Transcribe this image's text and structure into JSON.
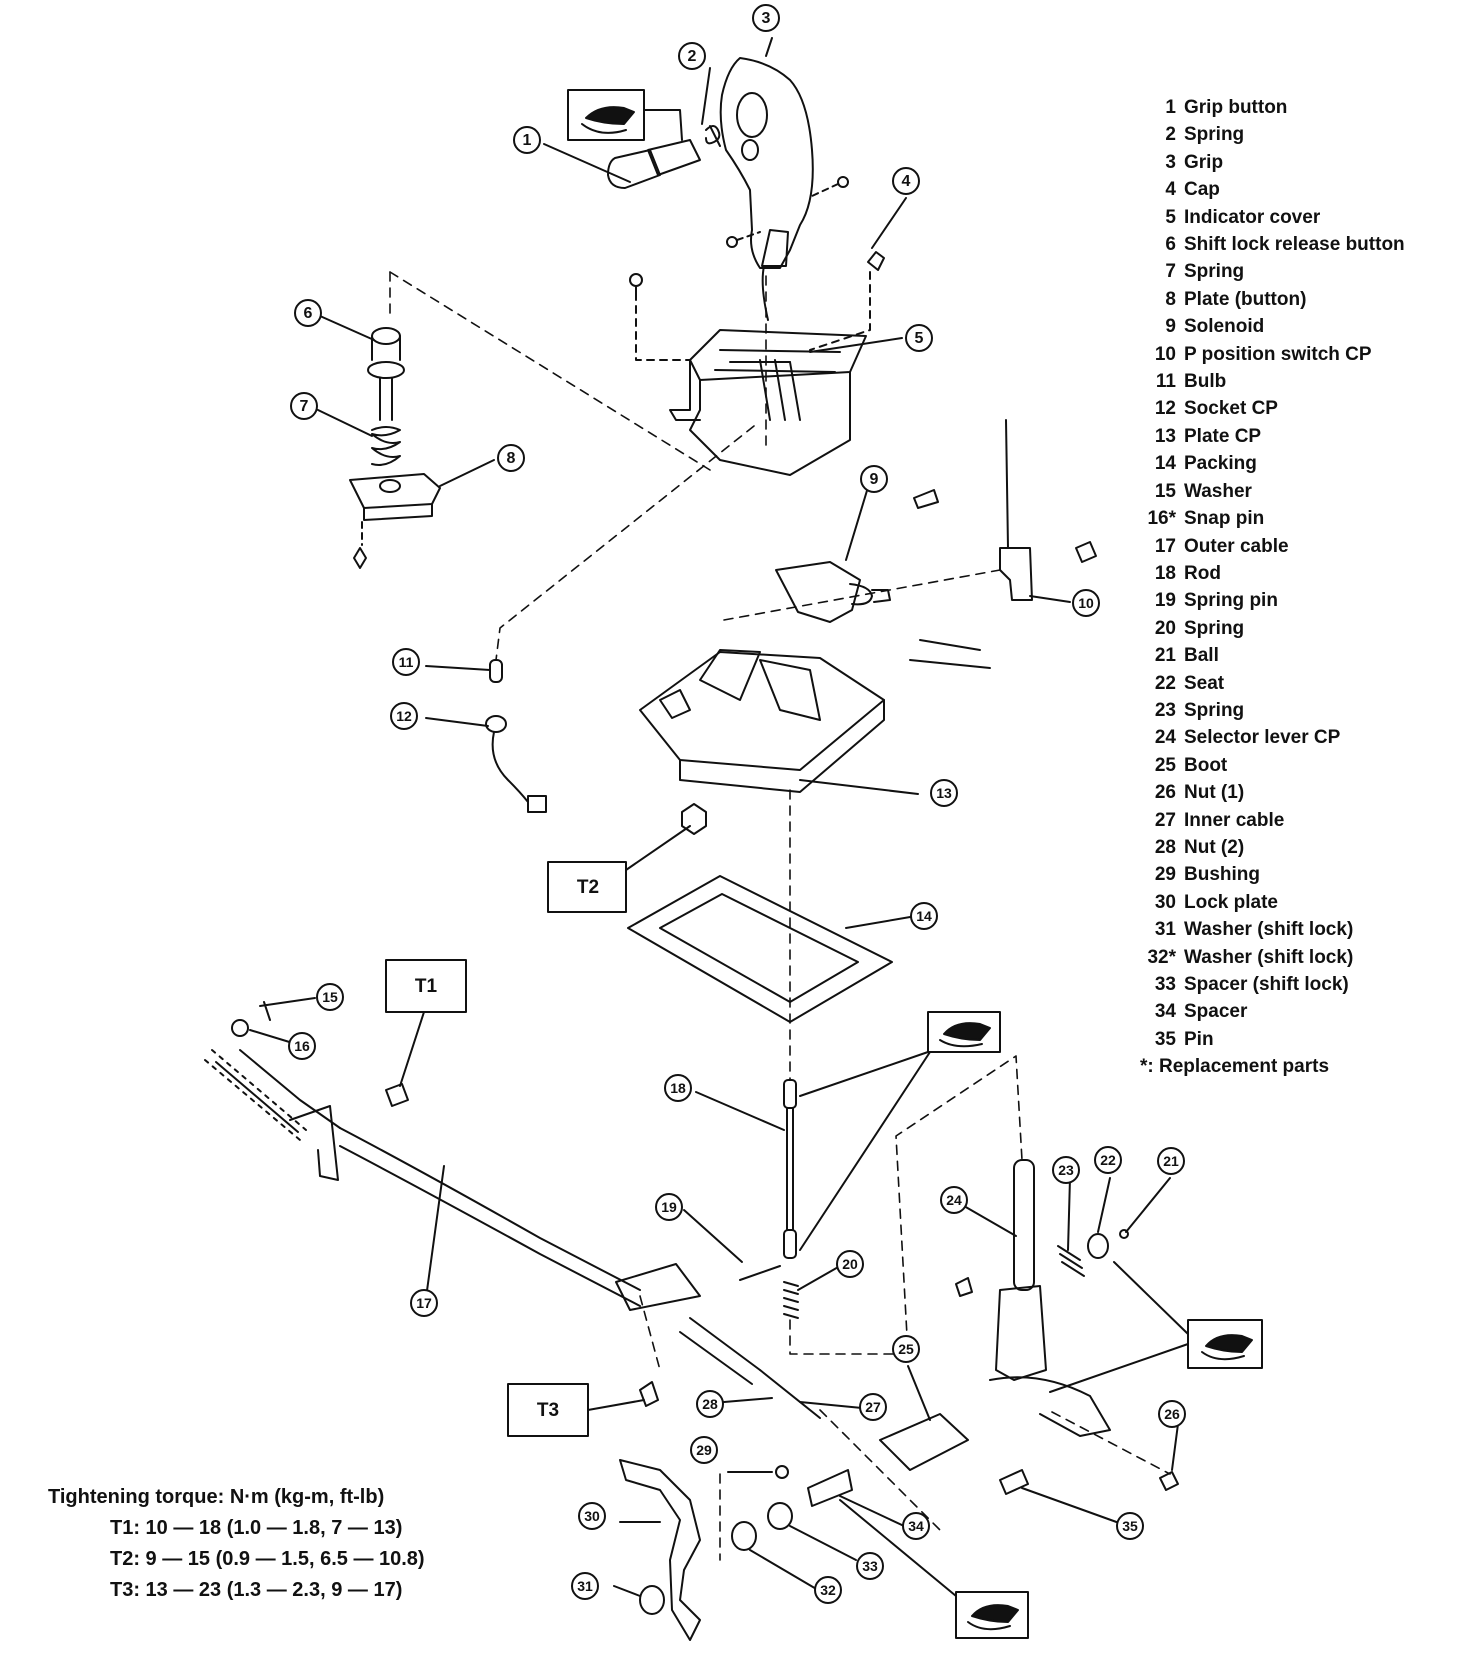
{
  "parts": [
    {
      "num": "1",
      "name": "Grip button"
    },
    {
      "num": "2",
      "name": "Spring"
    },
    {
      "num": "3",
      "name": "Grip"
    },
    {
      "num": "4",
      "name": "Cap"
    },
    {
      "num": "5",
      "name": "Indicator cover"
    },
    {
      "num": "6",
      "name": "Shift lock release button"
    },
    {
      "num": "7",
      "name": "Spring"
    },
    {
      "num": "8",
      "name": "Plate (button)"
    },
    {
      "num": "9",
      "name": "Solenoid"
    },
    {
      "num": "10",
      "name": "P position switch CP"
    },
    {
      "num": "11",
      "name": "Bulb"
    },
    {
      "num": "12",
      "name": "Socket CP"
    },
    {
      "num": "13",
      "name": "Plate CP"
    },
    {
      "num": "14",
      "name": "Packing"
    },
    {
      "num": "15",
      "name": "Washer"
    },
    {
      "num": "16*",
      "name": "Snap pin"
    },
    {
      "num": "17",
      "name": "Outer cable"
    },
    {
      "num": "18",
      "name": "Rod"
    },
    {
      "num": "19",
      "name": "Spring pin"
    },
    {
      "num": "20",
      "name": "Spring"
    },
    {
      "num": "21",
      "name": "Ball"
    },
    {
      "num": "22",
      "name": "Seat"
    },
    {
      "num": "23",
      "name": "Spring"
    },
    {
      "num": "24",
      "name": "Selector lever CP"
    },
    {
      "num": "25",
      "name": "Boot"
    },
    {
      "num": "26",
      "name": "Nut (1)"
    },
    {
      "num": "27",
      "name": "Inner cable"
    },
    {
      "num": "28",
      "name": "Nut (2)"
    },
    {
      "num": "29",
      "name": "Bushing"
    },
    {
      "num": "30",
      "name": "Lock plate"
    },
    {
      "num": "31",
      "name": "Washer (shift lock)"
    },
    {
      "num": "32*",
      "name": "Washer (shift lock)"
    },
    {
      "num": "33",
      "name": "Spacer (shift lock)"
    },
    {
      "num": "34",
      "name": "Spacer"
    },
    {
      "num": "35",
      "name": "Pin"
    }
  ],
  "footnote": "*:  Replacement parts",
  "callouts": [
    "1",
    "2",
    "3",
    "4",
    "5",
    "6",
    "7",
    "8",
    "9",
    "10",
    "11",
    "12",
    "13",
    "14",
    "15",
    "16",
    "17",
    "18",
    "19",
    "20",
    "21",
    "22",
    "23",
    "24",
    "25",
    "26",
    "27",
    "28",
    "29",
    "30",
    "31",
    "32",
    "33",
    "34",
    "35"
  ],
  "torque_tags": [
    "T1",
    "T2",
    "T3"
  ],
  "torque": {
    "heading": "Tightening torque:  N·m (kg-m, ft-lb)",
    "rows": [
      "T1:  10 — 18 (1.0 — 1.8, 7 — 13)",
      "T2:  9 — 15 (0.9 — 1.5, 6.5 — 10.8)",
      "T3:  13 — 23 (1.3 — 2.3, 9 — 17)"
    ]
  }
}
